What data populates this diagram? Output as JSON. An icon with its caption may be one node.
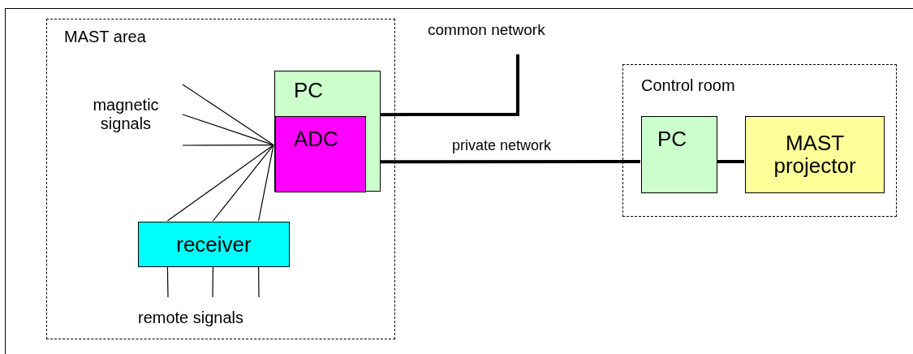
{
  "diagram": {
    "nodes": [
      {
        "text": [
          "MAST area"
        ]
      },
      {
        "text": [
          "PC"
        ],
        "in": 0
      },
      {
        "text": [
          "ADC"
        ],
        "in": 1
      },
      {
        "text": [
          "receiver"
        ],
        "in": 0
      },
      {
        "text": [
          "Control room"
        ]
      },
      {
        "text": [
          "PC"
        ],
        "in": 4
      },
      {
        "text": [
          "MAST projector"
        ],
        "in": 4
      }
    ],
    "edges": [
      {
        "from": null,
        "to": 2,
        "arrow": "none"
      },
      {
        "from": null,
        "to": 2,
        "arrow": "none"
      },
      {
        "from": null,
        "to": 2,
        "arrow": "none"
      },
      {
        "from": 3,
        "to": 2,
        "arrow": "none"
      },
      {
        "from": 3,
        "to": 2,
        "arrow": "none"
      },
      {
        "from": 3,
        "to": 2,
        "arrow": "none"
      },
      {
        "from": 3,
        "to": null,
        "arrow": "none"
      },
      {
        "from": 3,
        "to": null,
        "arrow": "none"
      },
      {
        "from": 3,
        "to": null,
        "arrow": "none"
      },
      {
        "from": 1,
        "to": null,
        "arrow": "none",
        "style": "thick"
      },
      {
        "from": 1,
        "to": 5,
        "arrow": "none",
        "style": "thick",
        "label": "private network"
      },
      {
        "from": 5,
        "to": 6,
        "arrow": "none",
        "style": "thick"
      }
    ],
    "labels": [
      "common network",
      "magnetic signals",
      "remote signals"
    ]
  }
}
